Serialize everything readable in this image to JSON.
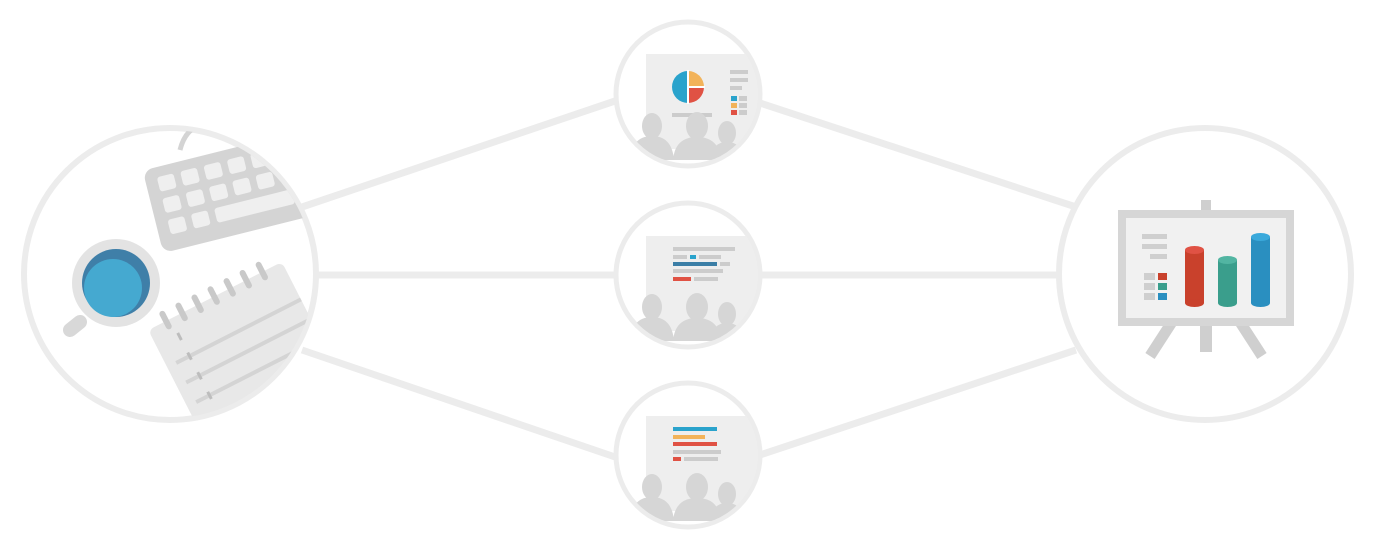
{
  "diagram": {
    "nodes": [
      {
        "id": "workspace",
        "icon": "desk-workspace-icon"
      },
      {
        "id": "pie-chart-presentation",
        "icon": "pie-chart-presentation-icon"
      },
      {
        "id": "text-presentation",
        "icon": "text-presentation-icon"
      },
      {
        "id": "list-presentation",
        "icon": "list-presentation-icon"
      },
      {
        "id": "bar-chart-easel",
        "icon": "bar-chart-easel-icon"
      }
    ],
    "edges": [
      {
        "from": "workspace",
        "to": "pie-chart-presentation"
      },
      {
        "from": "workspace",
        "to": "text-presentation"
      },
      {
        "from": "workspace",
        "to": "list-presentation"
      },
      {
        "from": "pie-chart-presentation",
        "to": "bar-chart-easel"
      },
      {
        "from": "text-presentation",
        "to": "bar-chart-easel"
      },
      {
        "from": "list-presentation",
        "to": "bar-chart-easel"
      }
    ]
  },
  "colors": {
    "ring": "#ececec",
    "line": "#ececec",
    "gray_light": "#ededed",
    "gray_mid": "#dcdcdc",
    "gray_dark": "#cfcfcf",
    "blue": "#2aa3cc",
    "blue_dark": "#3b7ea6",
    "orange": "#f2b35a",
    "red": "#e05244",
    "red_dark": "#c9412c",
    "teal": "#3a9e8c",
    "bar_blue": "#2a8fc0"
  }
}
